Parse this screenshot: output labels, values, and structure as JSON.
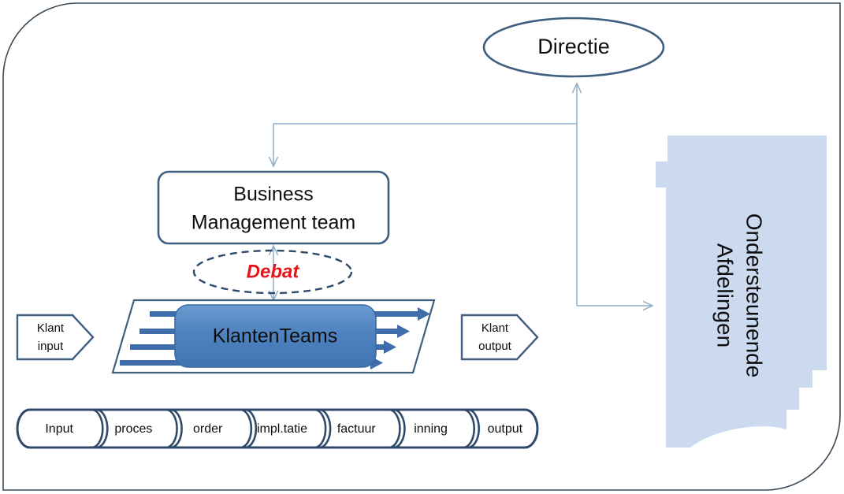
{
  "diagram": {
    "title_shapes": {
      "directie": "Directie",
      "business_management_team_line1": "Business",
      "business_management_team_line2": "Management team",
      "klantenteams": "KlantenTeams",
      "debat": "Debat",
      "klant_input_line1": "Klant",
      "klant_input_line2": "input",
      "klant_output_line1": "Klant",
      "klant_output_line2": "output",
      "ondersteunende_afdelingen_line1": "Ondersteunende",
      "ondersteunende_afdelingen_line2": "Afdelingen"
    },
    "process_chain": [
      {
        "label": "Input"
      },
      {
        "label": "proces"
      },
      {
        "label": "order"
      },
      {
        "label": "impl.tatie"
      },
      {
        "label": "factuur"
      },
      {
        "label": "inning"
      },
      {
        "label": "output"
      }
    ],
    "colors": {
      "frame_border": "#3b4a58",
      "shape_outline": "#3f5f7f",
      "connector_line": "#8faec8",
      "klantenteams_fill": "#4a7ebb",
      "klantenteams_stroke": "#3a6aa5",
      "flow_arrow": "#3f6cab",
      "support_fill": "#ccdaef",
      "chain_stroke": "#2e4a6b",
      "debat_text": "#e8131a",
      "text": "#0d0d0d"
    }
  }
}
